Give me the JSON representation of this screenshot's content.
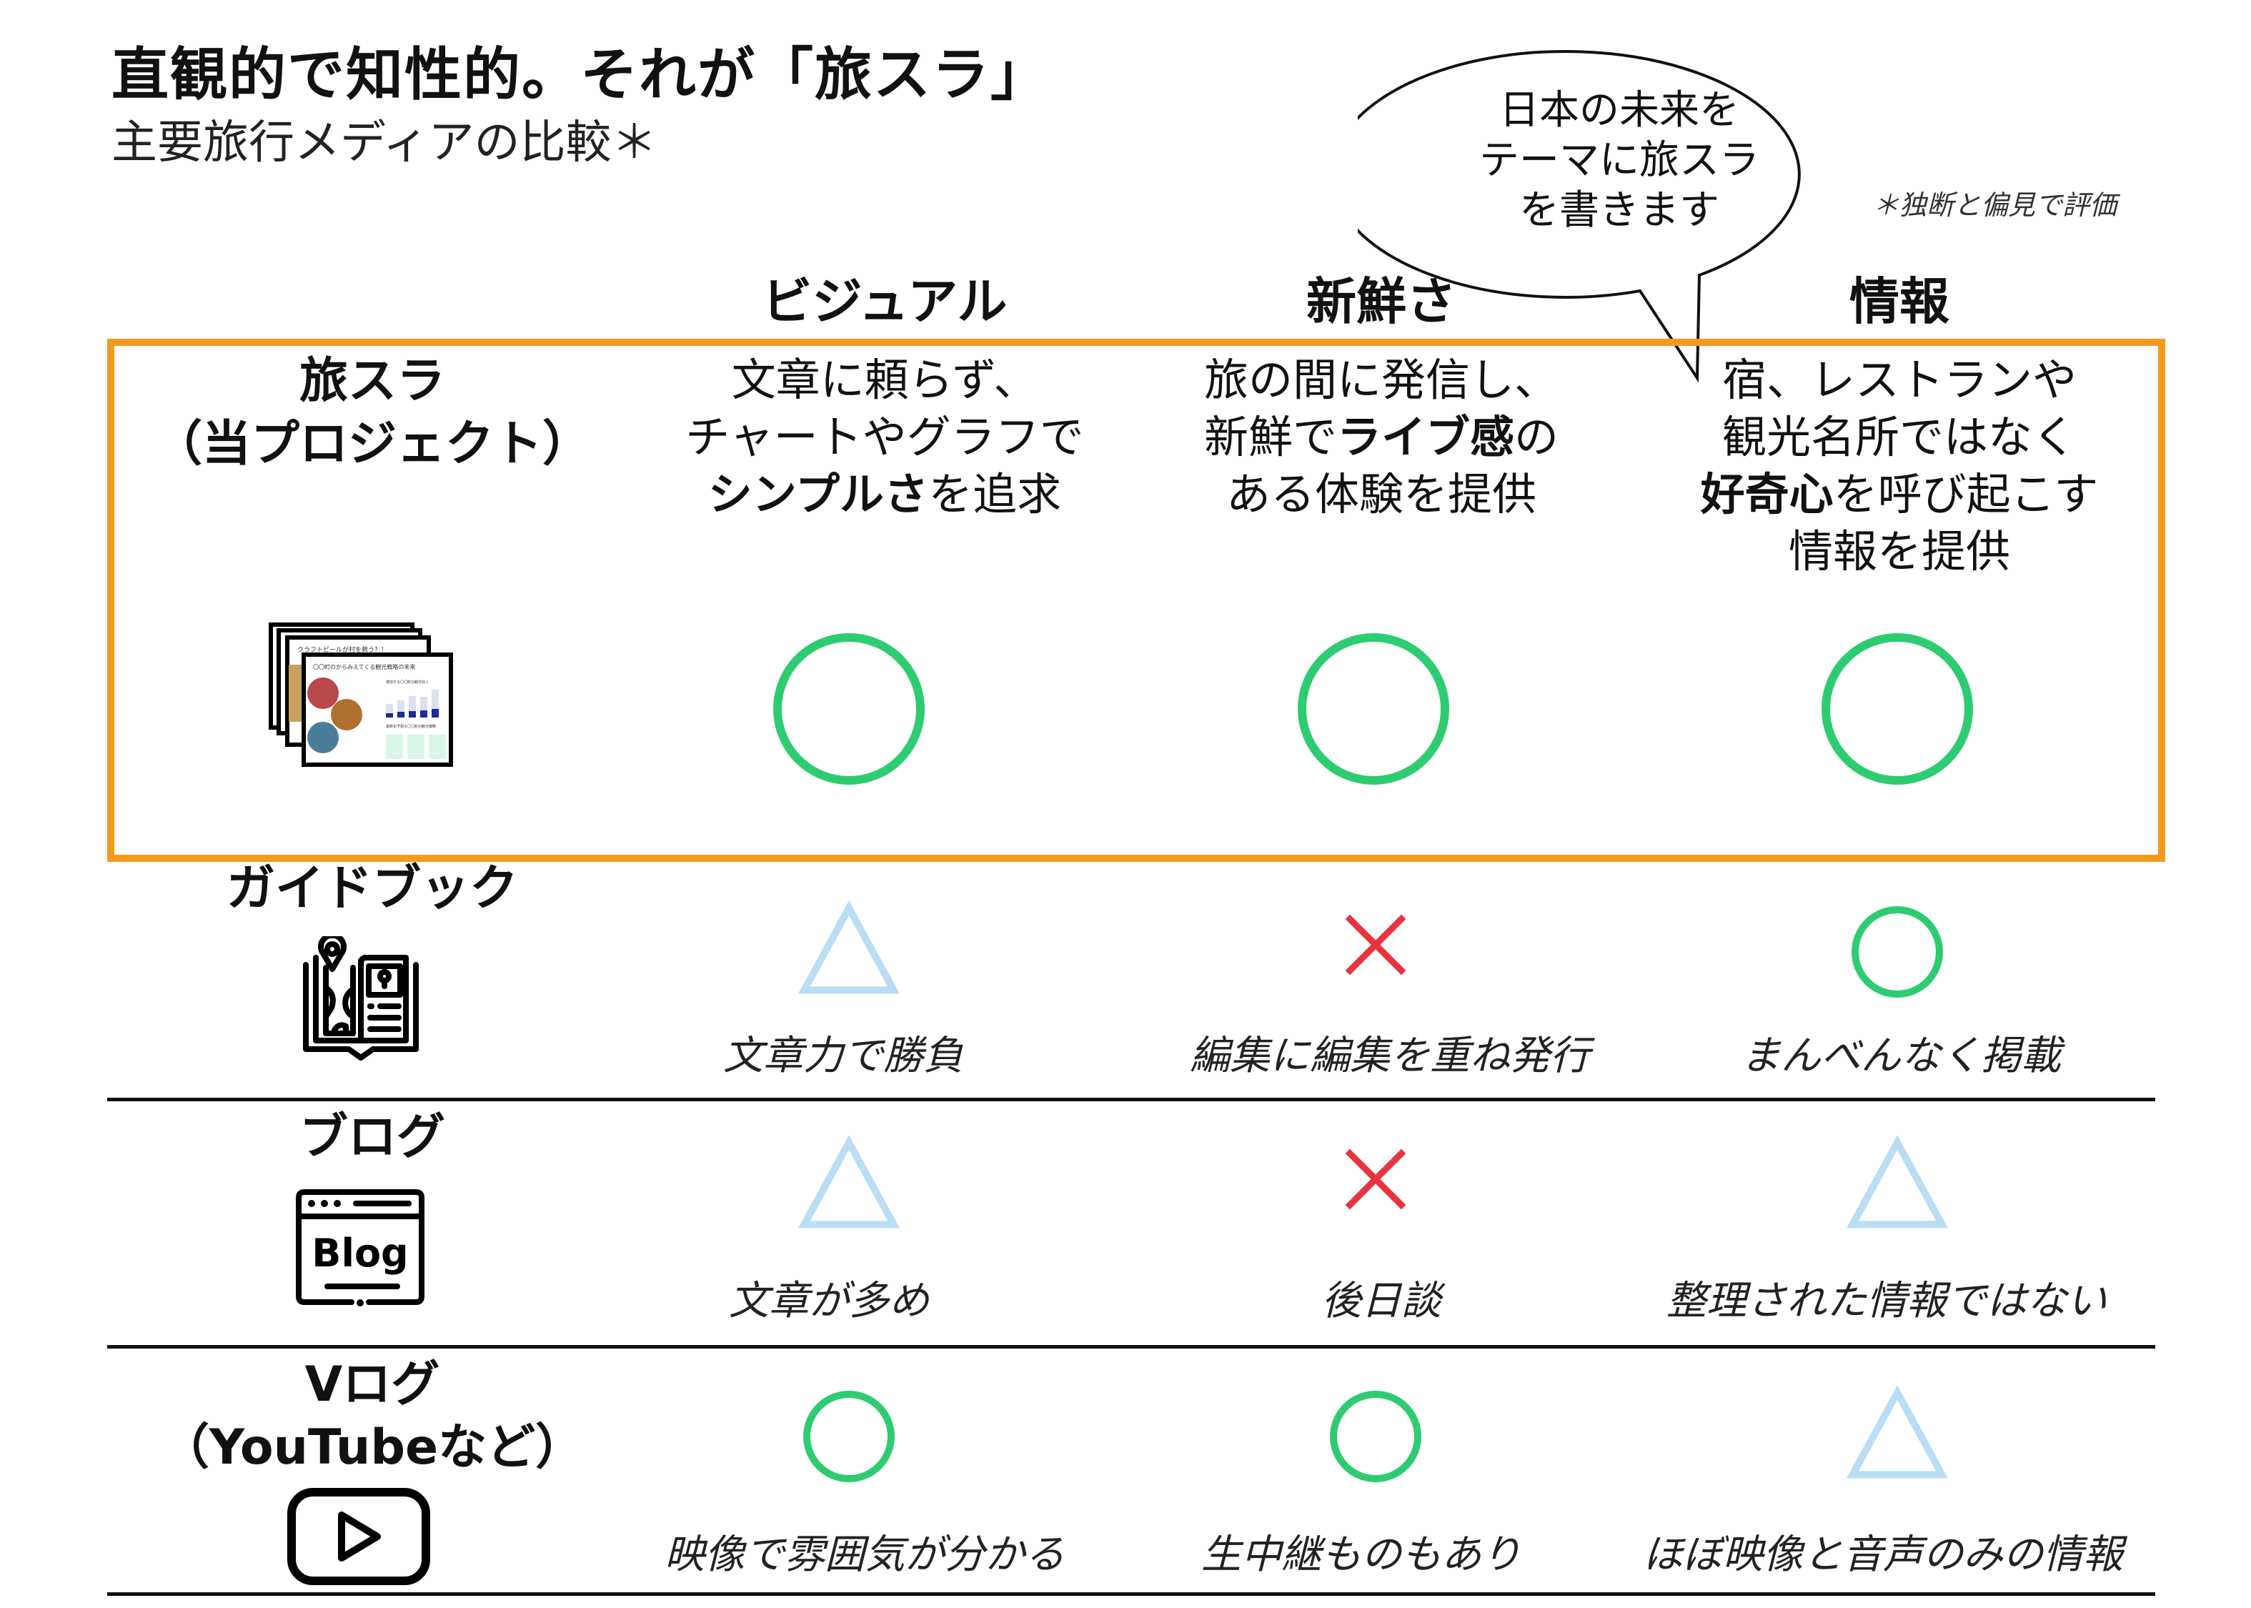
{
  "title": "直観的で知性的。それが「旅スラ」",
  "subtitle": "主要旅行メディアの比較＊",
  "speech_bubble": {
    "lines": [
      "日本の未来を",
      "テーマに旅スラ",
      "を書きます"
    ]
  },
  "footnote": "＊独断と偏見で評価",
  "columns": [
    "ビジュアル",
    "新鮮さ",
    "情報"
  ],
  "colors": {
    "highlight_border": "#F39A1E",
    "good": "#2ECC71",
    "fair": "#B9DDF5",
    "poor": "#E8323F"
  },
  "legend": {
    "good": "〇",
    "fair": "△",
    "poor": "✕"
  },
  "rows": [
    {
      "name_lines": [
        "旅スラ",
        "（当プロジェクト）"
      ],
      "icon": "slides-stack-icon",
      "thumbnail_texts": [
        "クラフトビールが村を救う？！",
        "〇〇町のからみえてくる観光戦略の未来",
        "増加する〇〇町の観光収入",
        "最新化予測る〇〇町の観光戦略"
      ],
      "highlighted": true,
      "cells": [
        {
          "rating": "good",
          "desc": [
            [
              {
                "t": "文章に頼らず、"
              }
            ],
            [
              {
                "t": "チャートやグラフで"
              }
            ],
            [
              {
                "t": "シンプルさ",
                "b": true
              },
              {
                "t": "を追求"
              }
            ]
          ]
        },
        {
          "rating": "good",
          "desc": [
            [
              {
                "t": "旅の間に発信し、"
              }
            ],
            [
              {
                "t": "新鮮で"
              },
              {
                "t": "ライブ感",
                "b": true
              },
              {
                "t": "の"
              }
            ],
            [
              {
                "t": "ある体験を提供"
              }
            ]
          ]
        },
        {
          "rating": "good",
          "desc": [
            [
              {
                "t": "宿、レストランや"
              }
            ],
            [
              {
                "t": "観光名所ではなく"
              }
            ],
            [
              {
                "t": "好奇心",
                "b": true
              },
              {
                "t": "を呼び起こす"
              }
            ],
            [
              {
                "t": "情報を提供"
              }
            ]
          ]
        }
      ]
    },
    {
      "name_lines": [
        "ガイドブック"
      ],
      "icon": "guidebook-map-icon",
      "cells": [
        {
          "rating": "fair",
          "note": "文章力で勝負"
        },
        {
          "rating": "poor",
          "note": "編集に編集を重ね発行"
        },
        {
          "rating": "good",
          "note": "まんべんなく掲載"
        }
      ]
    },
    {
      "name_lines": [
        "ブログ"
      ],
      "icon": "blog-browser-icon",
      "icon_text": "Blog",
      "cells": [
        {
          "rating": "fair",
          "note": "文章が多め"
        },
        {
          "rating": "poor",
          "note": "後日談"
        },
        {
          "rating": "fair",
          "note": "整理された情報ではない"
        }
      ]
    },
    {
      "name_lines": [
        "Vログ",
        "（YouTubeなど）"
      ],
      "icon": "video-play-icon",
      "cells": [
        {
          "rating": "good",
          "note": "映像で雰囲気が分かる"
        },
        {
          "rating": "good",
          "note": "生中継ものもあり"
        },
        {
          "rating": "fair",
          "note": "ほぼ映像と音声のみの情報"
        }
      ]
    }
  ]
}
